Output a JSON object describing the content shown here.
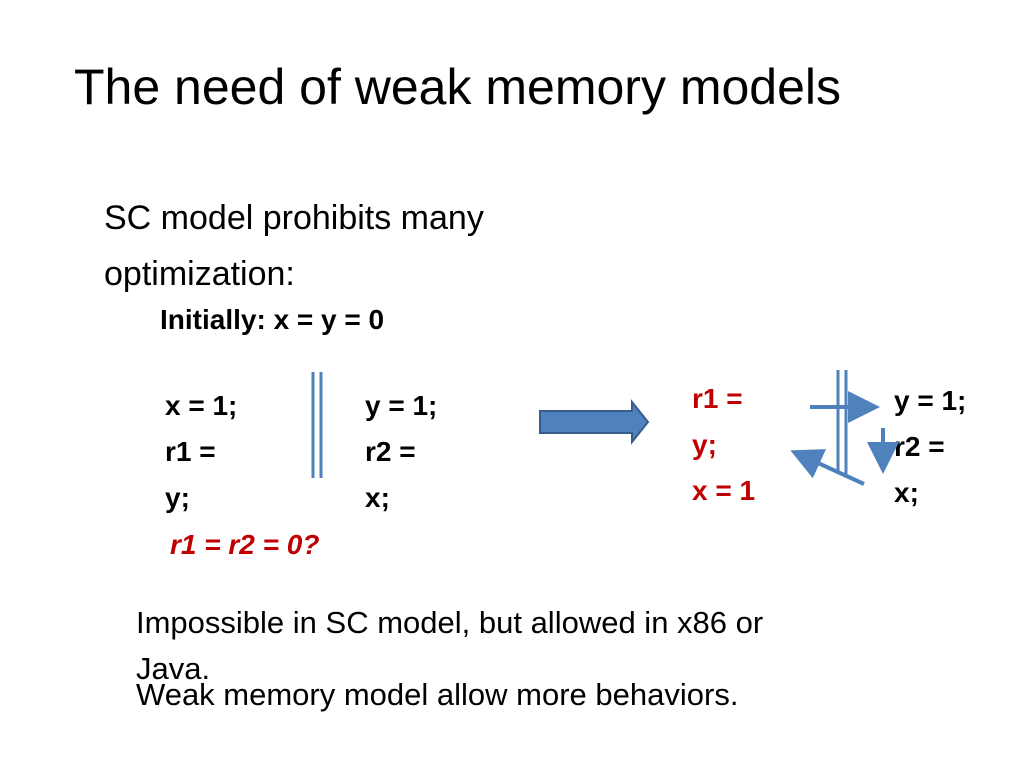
{
  "slide": {
    "title": "The need of weak memory models",
    "subtitle_line1": "SC model prohibits many",
    "subtitle_line2": "optimization:",
    "initially": "Initially:  x = y = 0",
    "left_program": {
      "thread1": [
        "x = 1;",
        "r1 =",
        "y;"
      ],
      "thread2": [
        "y = 1;",
        "r2 =",
        "x;"
      ],
      "question": "r1 = r2 = 0?"
    },
    "right_program": {
      "thread1": [
        "r1 =",
        "y;",
        "x = 1"
      ],
      "thread2": [
        "y = 1;",
        "r2 =",
        "x;"
      ]
    },
    "note1": "Impossible in SC model, but allowed in x86 or",
    "note1_overflow": "Java.",
    "note2": "Weak memory model allow more behaviors.",
    "colors": {
      "accent_red": "#c00000",
      "arrow_blue": "#4f81bd",
      "divider_blue": "#4f81bd"
    }
  }
}
